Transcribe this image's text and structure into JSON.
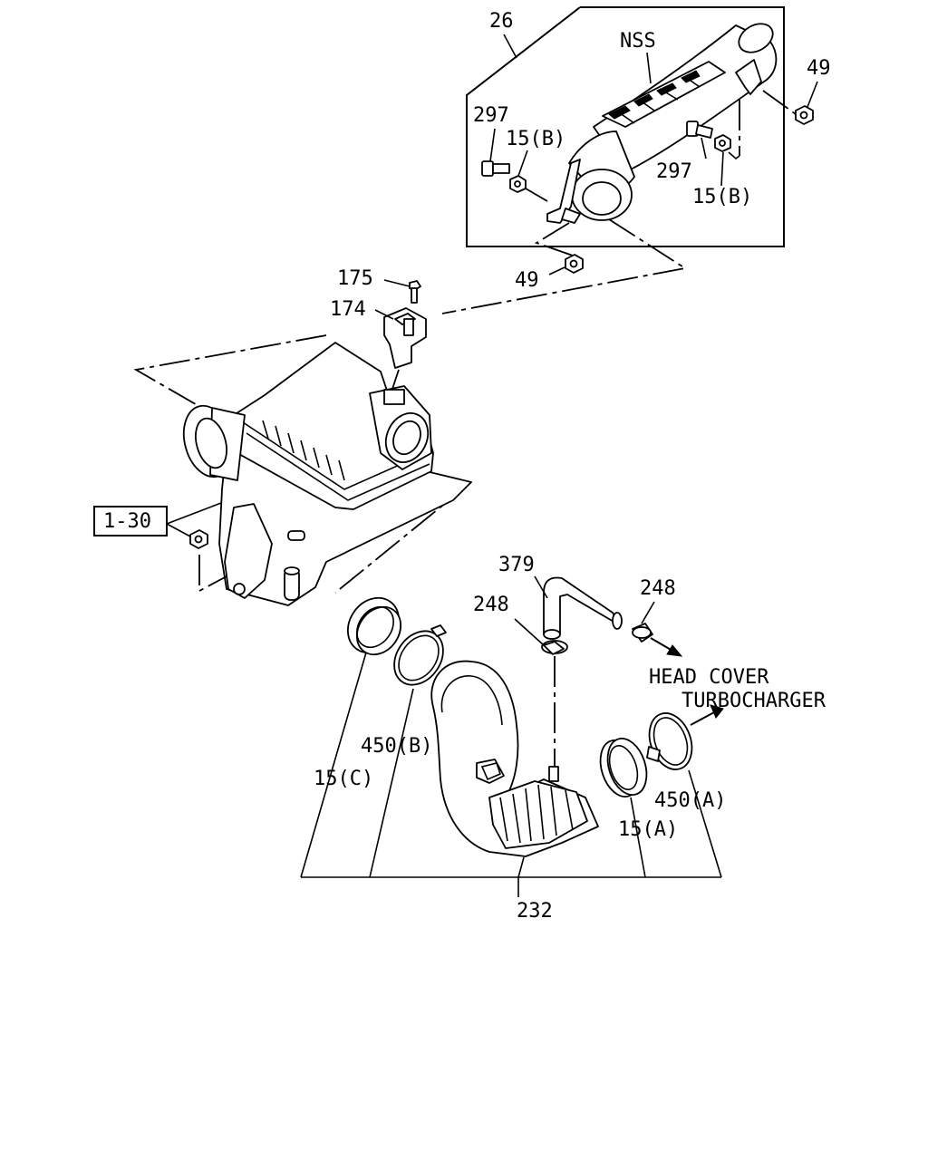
{
  "callouts": {
    "c26": "26",
    "nss": "NSS",
    "c49_top": "49",
    "c297_left": "297",
    "c15b_left": "15(B)",
    "c297_right": "297",
    "c15b_right": "15(B)",
    "c49_mid": "49",
    "c175": "175",
    "c174": "174",
    "c1_30": "1-30",
    "c379": "379",
    "c248_left": "248",
    "c248_right": "248",
    "head_cover": "HEAD COVER",
    "turbocharger": "TURBOCHARGER",
    "c450b": "450(B)",
    "c15c": "15(C)",
    "c450a": "450(A)",
    "c15a": "15(A)",
    "c232": "232"
  }
}
